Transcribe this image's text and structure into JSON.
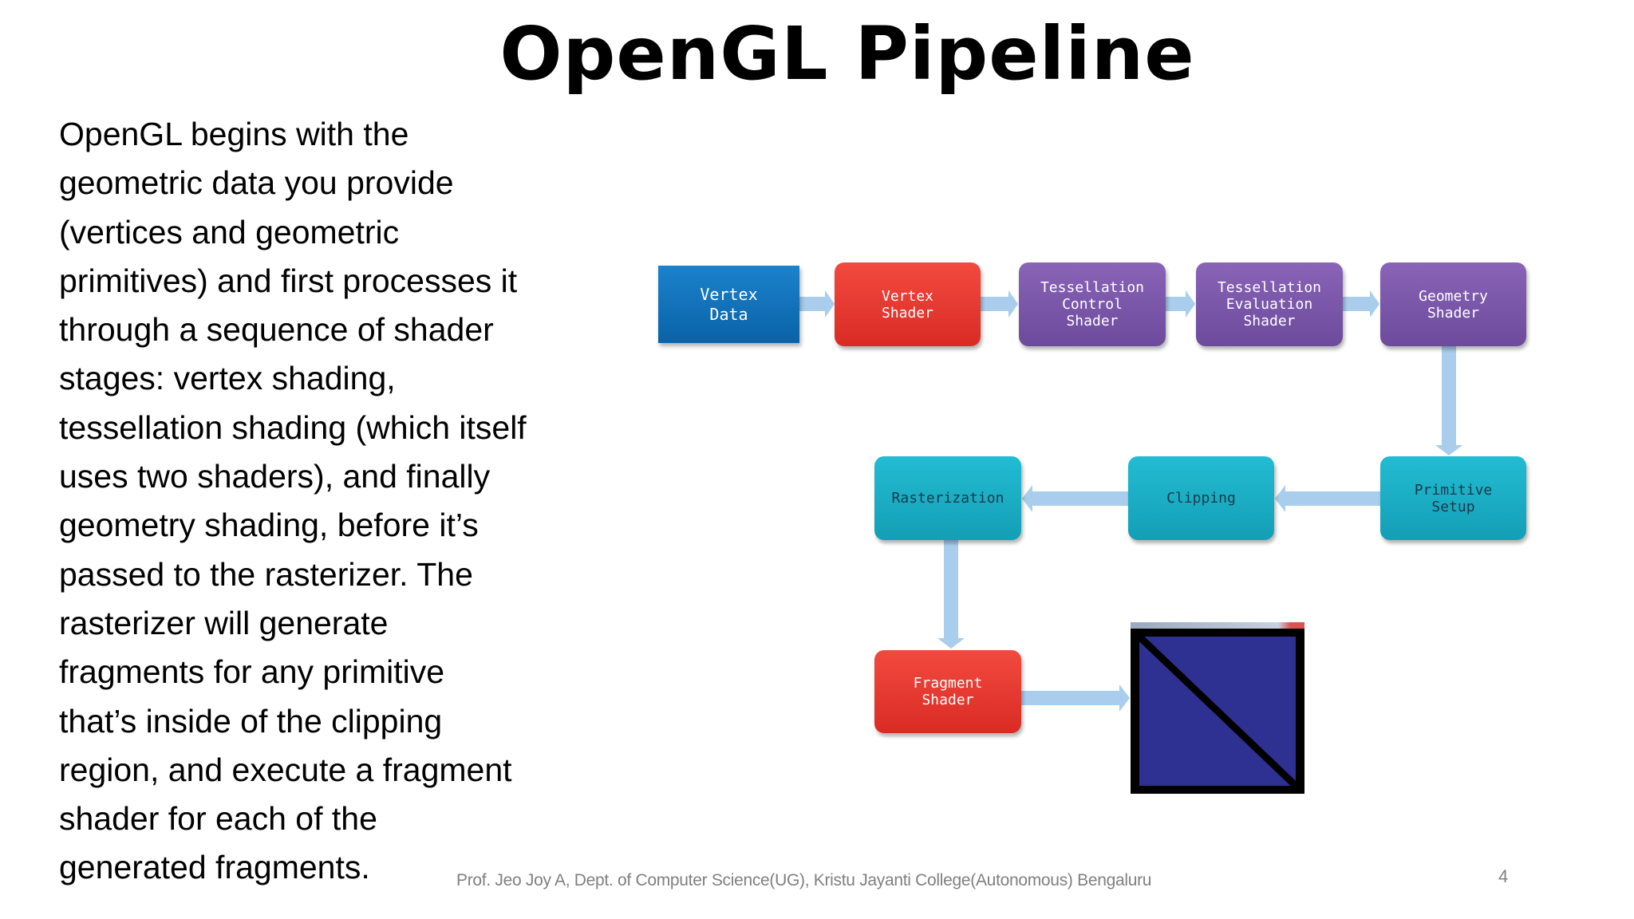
{
  "title": "OpenGL Pipeline",
  "body_lines": [
    "OpenGL begins with the",
    "geometric data you provide",
    "(vertices and geometric",
    "primitives) and first processes it",
    "through a sequence of shader",
    "stages: vertex shading,",
    "tessellation shading (which itself",
    "uses two shaders), and finally",
    "geometry shading, before it’s",
    "passed to the rasterizer. The",
    "rasterizer will generate",
    "fragments for any primitive",
    "that’s inside of the clipping",
    "region, and execute a fragment",
    "shader for each of the",
    "generated fragments."
  ],
  "diagram": {
    "stages": {
      "vertex_data": "Vertex\nData",
      "vertex_shader": "Vertex\nShader",
      "tess_control": "Tessellation\nControl\nShader",
      "tess_eval": "Tessellation\nEvaluation\nShader",
      "geometry_shader": "Geometry\nShader",
      "primitive_setup": "Primitive\nSetup",
      "clipping": "Clipping",
      "rasterization": "Rasterization",
      "fragment_shader": "Fragment\nShader"
    },
    "colors": {
      "data": "#0a6fb8",
      "programmable_red": "#e8362f",
      "programmable_purple": "#7b55a8",
      "fixed_function": "#1aaec4",
      "arrow": "#a9cdec",
      "output_fill": "#2e3192"
    }
  },
  "footer": {
    "credit": "Prof. Jeo Joy A, Dept. of Computer Science(UG), Kristu Jayanti College(Autonomous) Bengaluru",
    "page_number": "4"
  }
}
